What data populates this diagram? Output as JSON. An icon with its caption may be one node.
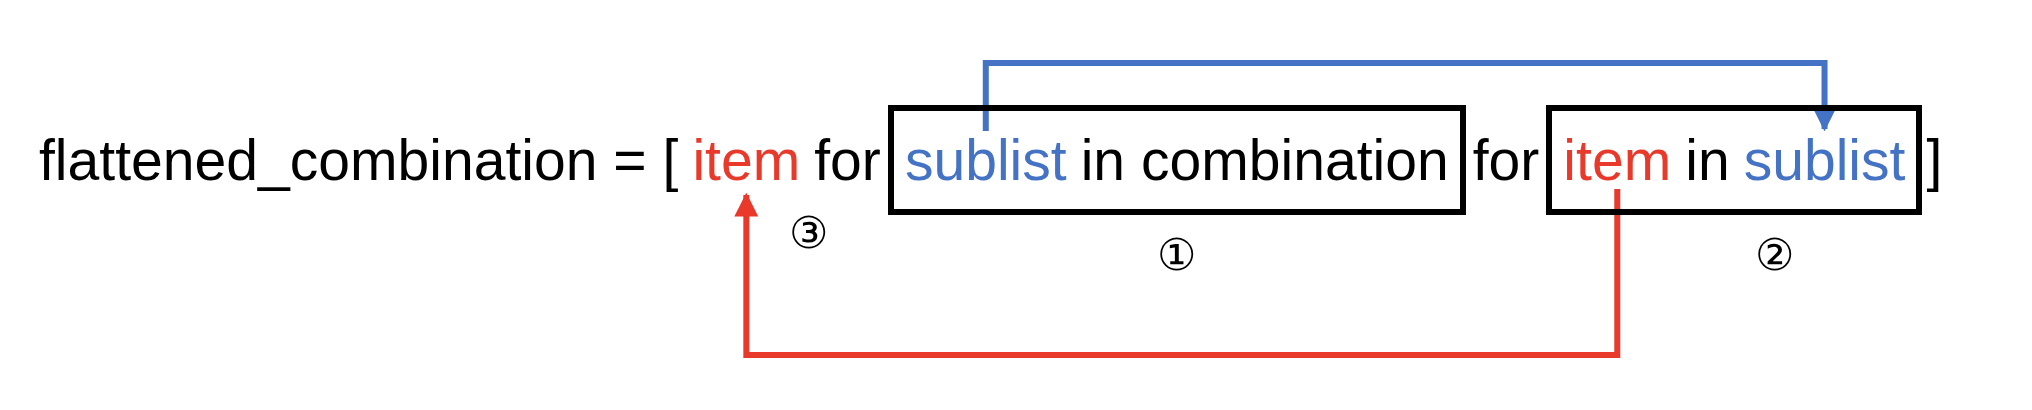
{
  "diagram": {
    "nodes": [
      {
        "text": [
          "item"
        ],
        "beside": [
          "③"
        ]
      },
      {
        "text": [
          "in combination"
        ],
        "beside": [
          "①"
        ]
      },
      {
        "text": [
          "sublist"
        ],
        "in": 1
      },
      {
        "text": [
          "in"
        ],
        "beside": [
          "②"
        ]
      },
      {
        "text": [
          "item"
        ],
        "in": 3
      },
      {
        "text": [
          "sublist"
        ],
        "in": 3
      }
    ],
    "edges": [
      {
        "from": 2,
        "to": 5,
        "arrow": "to",
        "color": "#4472c4"
      },
      {
        "from": 4,
        "to": 0,
        "arrow": "to",
        "color": "#e8392b"
      }
    ],
    "labels": [
      "flattened_combination = [",
      "for",
      "for",
      "]"
    ]
  }
}
